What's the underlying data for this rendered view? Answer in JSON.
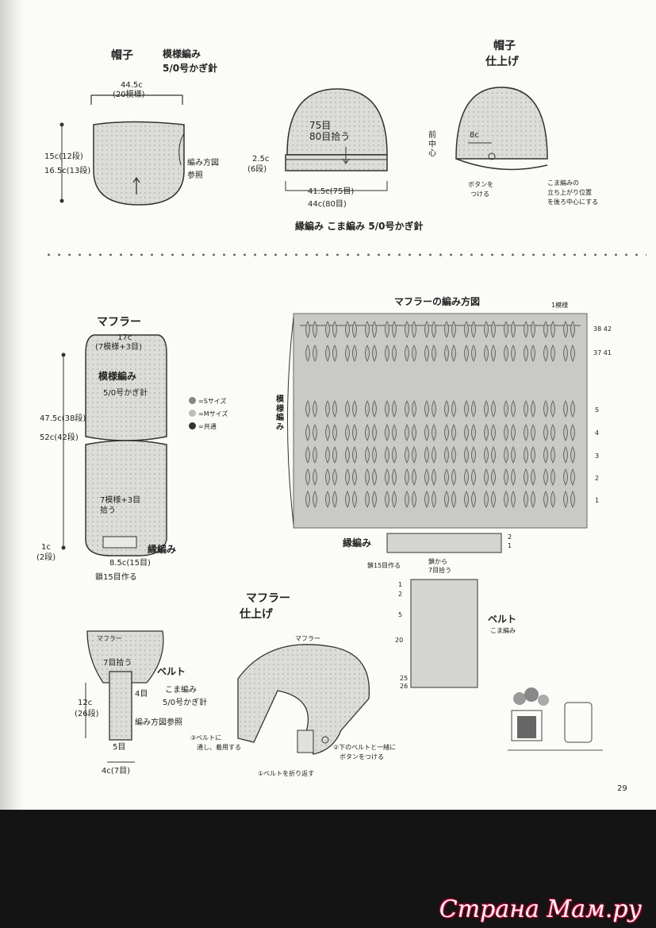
{
  "hat": {
    "title": "帽子",
    "pattern_label": "模様編み",
    "hook_label": "5/0号かぎ針",
    "width_label": "44.5c",
    "width_sub": "(20模様)",
    "height_s": "15c(12段)",
    "height_m": "16.5c(13段)",
    "see_method": "編み方図",
    "see_method_2": "参照",
    "pickup_1": "75目",
    "pickup_2": "80目拾う",
    "brim_h": "2.5c",
    "brim_rows": "(6段)",
    "brim_w1": "41.5c(75目)",
    "brim_w2": "44c(80目)"
  },
  "hat_finish": {
    "title_1": "帽子",
    "title_2": "仕上げ",
    "front_label": "前中心",
    "size_label": "8c",
    "button_label_1": "ボタンを",
    "button_label_2": "つける",
    "note_1": "こま編みの",
    "note_2": "立ち上がり位置",
    "note_3": "を後ろ中心にする"
  },
  "edge_caption": "縁編み こま編み 5/0号かぎ針",
  "scarf": {
    "title": "マフラー",
    "width_label": "17c",
    "width_sub": "(7模様+3目)",
    "pattern_label": "模様編み",
    "hook_label": "5/0号かぎ針",
    "height_s": "47.5c(38段)",
    "height_m": "52c(42段)",
    "pickup_1": "7模様+3目",
    "pickup_2": "拾う",
    "edge_h": "1c",
    "edge_rows": "(2段)",
    "edge_label": "縁編み",
    "base_w": "8.5c(15目)",
    "chain_label": "鎖15目作る"
  },
  "legend": [
    {
      "label": "=Sサイズ",
      "color": "#888888"
    },
    {
      "label": "=Mサイズ",
      "color": "#bbbbbb"
    },
    {
      "label": "=共通",
      "color": "#333333"
    }
  ],
  "chart": {
    "title": "マフラーの編み方図",
    "repeat_label": "1模様",
    "side_label": "模様編み",
    "row_top_1": "38 42",
    "row_top_2": "37 41",
    "rows": [
      "5",
      "4",
      "3",
      "2",
      "1"
    ],
    "edge_label": "縁編み",
    "edge_rows": [
      "2",
      "1"
    ],
    "chain_label": "鎖15目作る",
    "belt_pickup_1": "鎖から",
    "belt_pickup_2": "7目拾う",
    "belt_title": "ベルト",
    "belt_sub": "こま編み",
    "belt_rows": [
      "1",
      "2",
      "5",
      "20",
      "25",
      "26"
    ]
  },
  "scarf_finish": {
    "title_1": "マフラー",
    "title_2": "仕上げ",
    "scarf_label": "マフラー",
    "step3_1": "③ベルトに",
    "step3_2": "通し、着用する",
    "step2_1": "②下のベルトと一緒に",
    "step2_2": "ボタンをつける",
    "step1": "①ベルトを折り返す"
  },
  "belt": {
    "scarf_label": "マフラー",
    "pickup": "7目拾う",
    "title": "ベルト",
    "stitch": "こま編み",
    "hook": "5/0号かぎ針",
    "rows_right": "4目",
    "height": "12c",
    "height_rows": "(26段)",
    "see_method": "編み方図参照",
    "bottom": "5目",
    "width": "4c(7目)"
  },
  "page_number": "29",
  "watermark": "Страна Мам.ру"
}
